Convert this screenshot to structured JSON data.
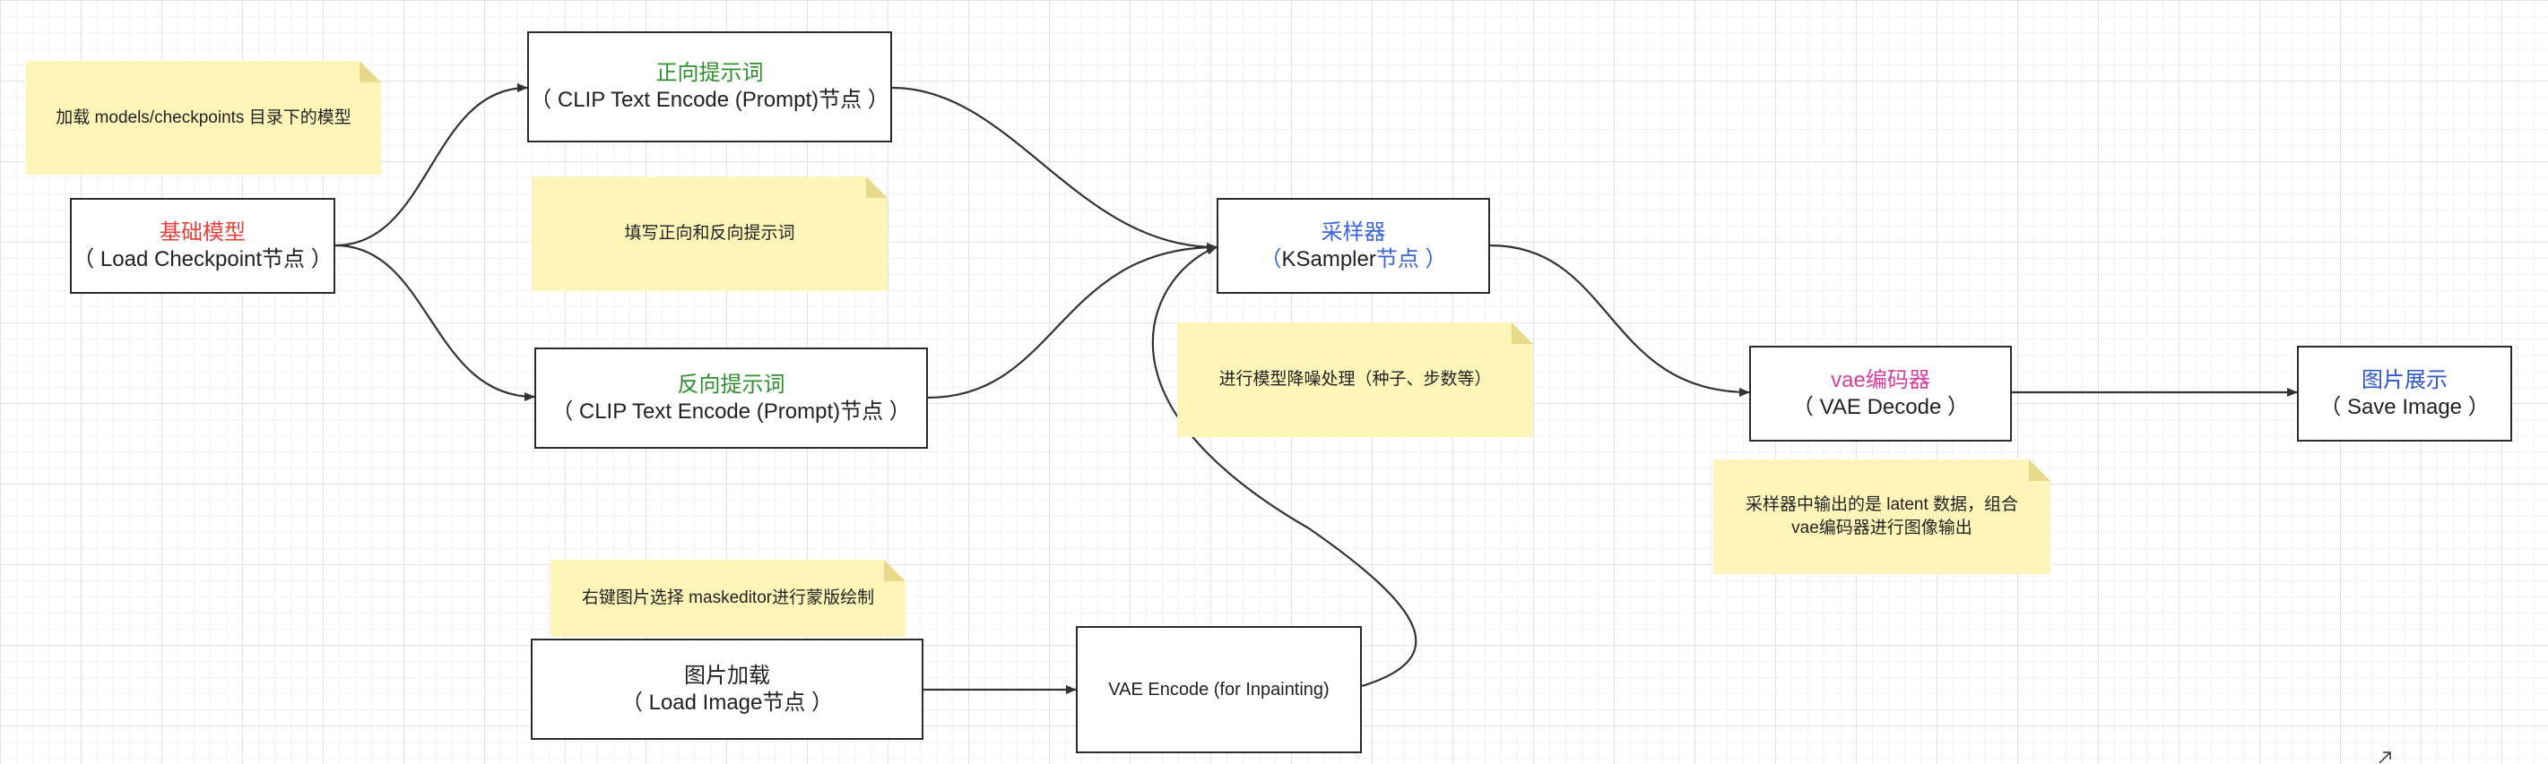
{
  "nodes": {
    "checkpoint": {
      "title": "基础模型",
      "subtitle": "（ Load Checkpoint节点 ）",
      "title_color": "#e8403a"
    },
    "positive": {
      "title": "正向提示词",
      "subtitle": "（ CLIP Text Encode (Prompt)节点 ）",
      "title_color": "#2f8f2f"
    },
    "negative": {
      "title": "反向提示词",
      "subtitle": "（ CLIP Text Encode (Prompt)节点 ）",
      "title_color": "#2f8f2f"
    },
    "ksampler": {
      "title": "采样器",
      "subtitle_pre": "（",
      "subtitle_main": "KSampler",
      "subtitle_post": "节点 ）",
      "title_color": "#3c63d8"
    },
    "vae_decode": {
      "title": "vae编码器",
      "subtitle": "（ VAE Decode ）",
      "title_color": "#d63fa0"
    },
    "save_image": {
      "title": "图片展示",
      "subtitle": "（ Save Image ）",
      "title_color": "#2e58c9"
    },
    "load_image": {
      "title": "图片加载",
      "subtitle": "（ Load Image节点 ）",
      "title_color": "#222222"
    },
    "vae_encode": {
      "label": "VAE Encode (for Inpainting)"
    }
  },
  "notes": {
    "checkpoint_dir": "加载 models/checkpoints 目录下的模型",
    "prompts": "填写正向和反向提示词",
    "sampler": "进行模型降噪处理（种子、步数等）",
    "latent": "采样器中输出的是 latent 数据，组合vae编码器进行图像输出",
    "mask": "右键图片选择 maskeditor进行蒙版绘制"
  },
  "colors": {
    "edge": "#333333",
    "note_fill": "#fff5b8",
    "node_border": "#2b2b2b",
    "ksampler_accent": "#3c63d8"
  }
}
